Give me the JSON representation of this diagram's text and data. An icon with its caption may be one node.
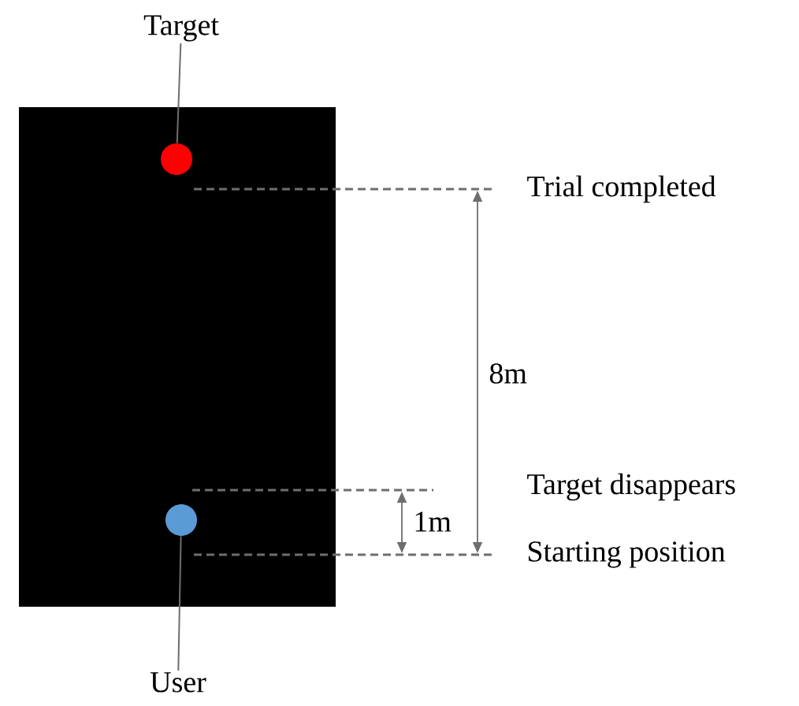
{
  "diagram": {
    "nodes": [
      {
        "text": [
          "Target"
        ]
      },
      {
        "text": [],
        "shape": "circle"
      },
      {
        "text": [],
        "shape": "circle"
      },
      {
        "text": [
          "User"
        ]
      }
    ],
    "edges": [
      {
        "from": 0,
        "to": 1,
        "arrow": "none"
      },
      {
        "from": 3,
        "to": 2,
        "arrow": "none"
      }
    ],
    "labels": [
      "Trial completed",
      "8m",
      "Target disappears",
      "1m",
      "Starting position"
    ]
  }
}
